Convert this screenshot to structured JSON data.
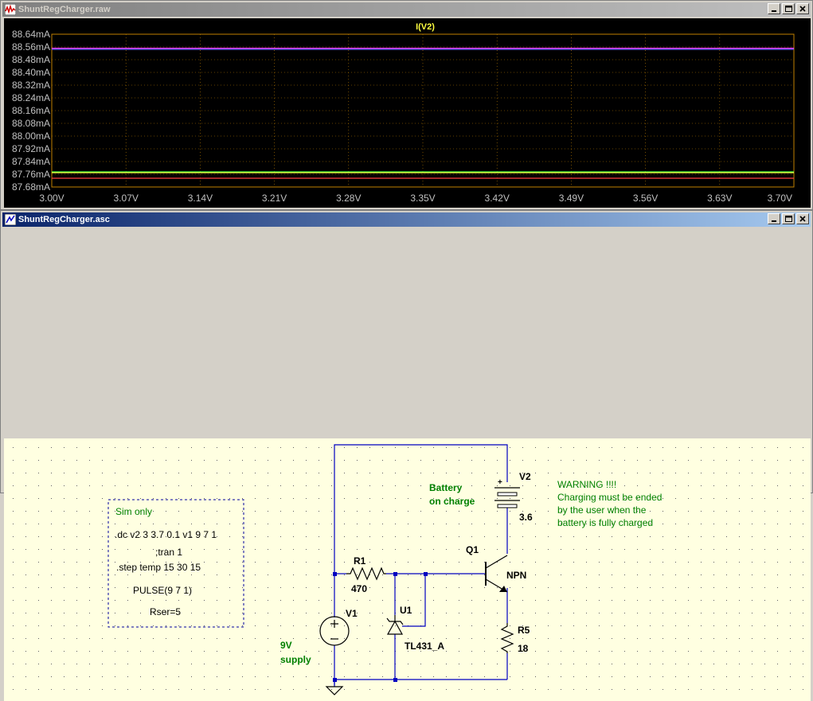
{
  "waveform_window": {
    "title": "ShuntRegCharger.raw",
    "trace_label": "I(V2)",
    "y_ticks": [
      "88.64mA",
      "88.56mA",
      "88.48mA",
      "88.40mA",
      "88.32mA",
      "88.24mA",
      "88.16mA",
      "88.08mA",
      "88.00mA",
      "87.92mA",
      "87.84mA",
      "87.76mA",
      "87.68mA"
    ],
    "x_ticks": [
      "3.00V",
      "3.07V",
      "3.14V",
      "3.21V",
      "3.28V",
      "3.35V",
      "3.42V",
      "3.49V",
      "3.56V",
      "3.63V",
      "3.70V"
    ],
    "trace_colors": [
      "#ff40ff",
      "#40ff40",
      "#6060ff",
      "#ff4040",
      "#ffff40"
    ],
    "axis_color": "#c08000"
  },
  "chart_data": {
    "type": "line",
    "title": "I(V2)",
    "xlabel": "",
    "ylabel": "",
    "xlim": [
      3.0,
      3.7
    ],
    "ylim": [
      87.68,
      88.64
    ],
    "series": [
      {
        "color": "#ff40ff",
        "x": [
          3.0,
          3.7
        ],
        "values": [
          88.552,
          88.552
        ]
      },
      {
        "color": "#6060ff",
        "x": [
          3.0,
          3.7
        ],
        "values": [
          88.545,
          88.545
        ]
      },
      {
        "color": "#40ff40",
        "x": [
          3.0,
          3.7
        ],
        "values": [
          87.775,
          87.775
        ]
      },
      {
        "color": "#ffff40",
        "x": [
          3.0,
          3.7
        ],
        "values": [
          87.77,
          87.77
        ]
      },
      {
        "color": "#ff4040",
        "x": [
          3.0,
          3.7
        ],
        "values": [
          87.735,
          87.735
        ]
      }
    ]
  },
  "schematic_window": {
    "title": "ShuntRegCharger.asc",
    "directive_box": {
      "line1": "Sim only",
      "line2": ".dc v2 3 3.7 0.1 v1 9 7 1",
      "line3": ";tran 1",
      "line4": ".step temp 15 30 15",
      "line5": "PULSE(9 7 1)",
      "line6": "Rser=5"
    },
    "v1": {
      "name": "V1",
      "note1": "9V",
      "note2": "supply"
    },
    "r1": {
      "name": "R1",
      "value": "470"
    },
    "u1": {
      "name": "U1",
      "value": "TL431_A"
    },
    "q1": {
      "name": "Q1",
      "value": "NPN"
    },
    "v2": {
      "name": "V2",
      "value": "3.6",
      "note1": "Battery",
      "note2": "on charge",
      "plus": "+"
    },
    "r5": {
      "name": "R5",
      "value": "18"
    },
    "warning": {
      "line1": "WARNING !!!!",
      "line2": "Charging must be ended",
      "line3": "by the user when the",
      "line4": "battery is fully charged"
    }
  }
}
